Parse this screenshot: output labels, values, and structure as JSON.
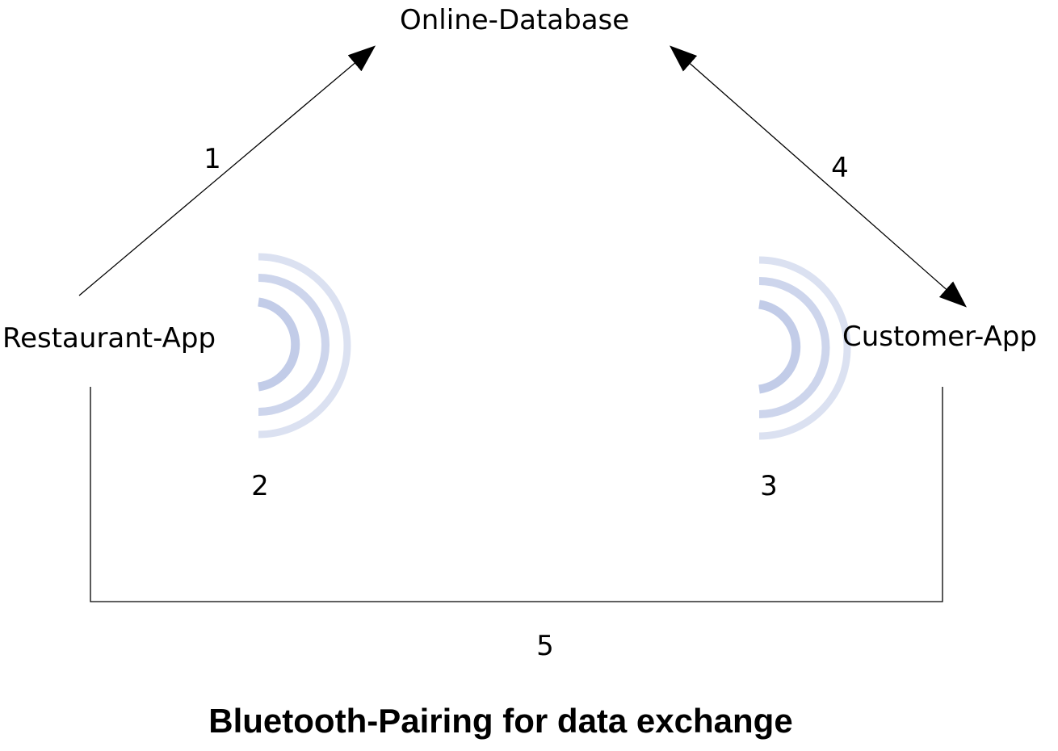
{
  "nodes": {
    "database": "Online-Database",
    "restaurant": "Restaurant-App",
    "customer": "Customer-App"
  },
  "steps": {
    "s1": "1",
    "s2": "2",
    "s3": "3",
    "s4": "4",
    "s5": "5"
  },
  "caption": "Bluetooth-Pairing for data exchange",
  "icons": {
    "left_signal": "wireless-signal-icon",
    "right_signal": "wireless-signal-icon"
  },
  "colors": {
    "line": "#000000",
    "signal_inner": "#c2cce8",
    "signal_middle": "#cdd5ec",
    "signal_outer": "#dbe1f1"
  }
}
